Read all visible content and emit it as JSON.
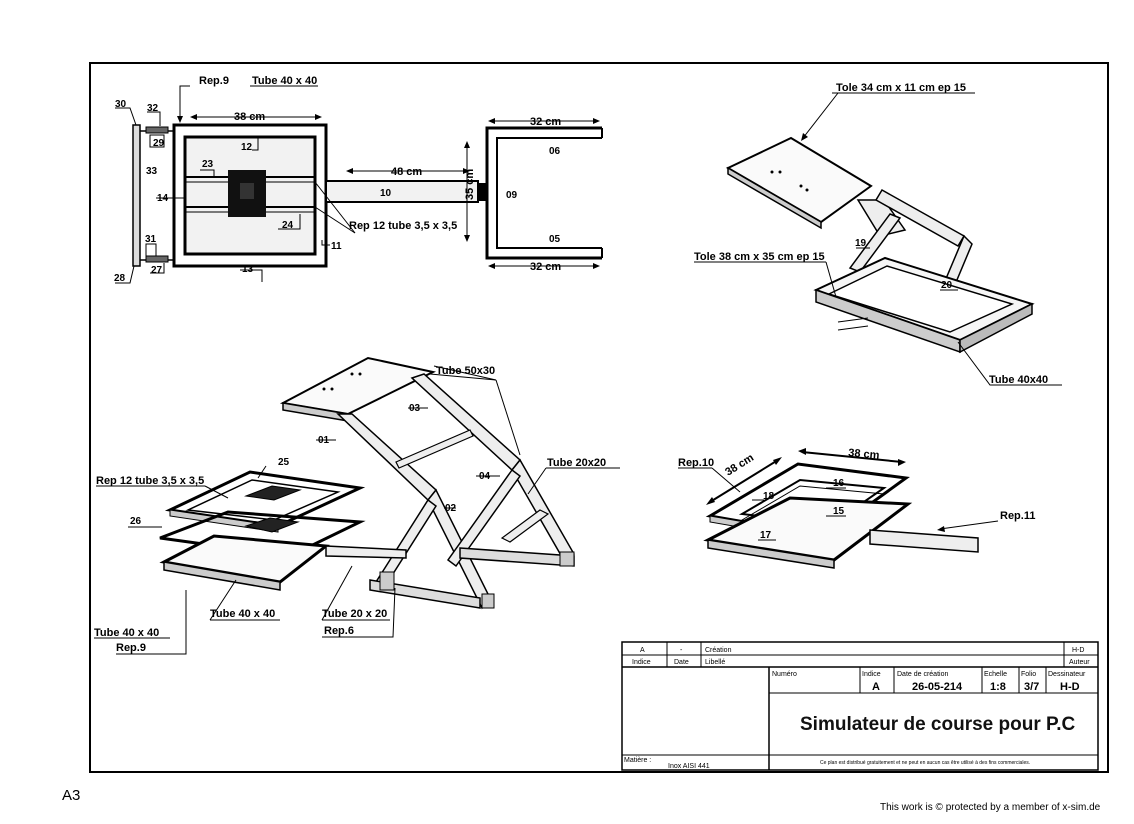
{
  "top_view": {
    "rep9": "Rep.9",
    "tube_40x40": "Tube 40 x 40",
    "dim_38cm": "38 cm",
    "dim_48cm": "48 cm",
    "dim_35cm": "35 cm",
    "dim_32cm_top": "32 cm",
    "dim_32cm_bottom": "32 cm",
    "rep12_tube": "Rep 12 tube 3,5 x 3,5",
    "parts": [
      "30",
      "32",
      "29",
      "33",
      "14",
      "23",
      "12",
      "24",
      "11",
      "13",
      "31",
      "27",
      "28",
      "10",
      "09",
      "06",
      "05"
    ]
  },
  "top_right_view": {
    "tole_34": "Tole 34 cm x 11 cm ep 15",
    "tole_38": "Tole  38 cm x 35 cm ep 15",
    "tube_40x40": "Tube 40x40",
    "parts": [
      "19",
      "20"
    ]
  },
  "iso_view": {
    "tube_50x30": "Tube 50x30",
    "tube_20x20": "Tube 20x20",
    "rep12_tube": "Rep 12 tube 3,5 x 3,5",
    "tube_40x40_a": "Tube   40 x 40",
    "tube_40x40_b": "Tube  40 x 40",
    "tube_20x20_b": "Tube 20 x 20",
    "rep9": "Rep.9",
    "rep6": "Rep.6",
    "parts": [
      "03",
      "01",
      "04",
      "02",
      "25",
      "26"
    ]
  },
  "frame_view": {
    "rep10": "Rep.10",
    "rep11": "Rep.11",
    "dim_38cm_a": "38 cm",
    "dim_38cm_b": "38 cm",
    "parts": [
      "18",
      "16",
      "15",
      "17"
    ]
  },
  "title_block": {
    "rev_a": "A",
    "rev_dash": "-",
    "creation": "Création",
    "hd_top": "H-D",
    "indice": "Indice",
    "date": "Date",
    "libelle": "Libellé",
    "auteur": "Auteur",
    "numero": "Numéro",
    "indice_h": "Indice",
    "date_creation_h": "Date  de création",
    "echelle_h": "Echelle",
    "folio_h": "Folio",
    "dessinateur_h": "Dessinateur",
    "indice_val": "A",
    "date_val": "26-05-214",
    "echelle_val": "1:8",
    "folio_val": "3/7",
    "dessinateur_val": "H-D",
    "title": "Simulateur de course pour P.C",
    "matiere_h": "Matière :",
    "matiere_val": "Inox AISI 441",
    "notice": "Ce plan est distribué gratuitement et ne peut en aucun cas être utilisé à des fins commerciales."
  },
  "sheet_size": "A3",
  "credit": "This work is © protected by a member of x-sim.de"
}
